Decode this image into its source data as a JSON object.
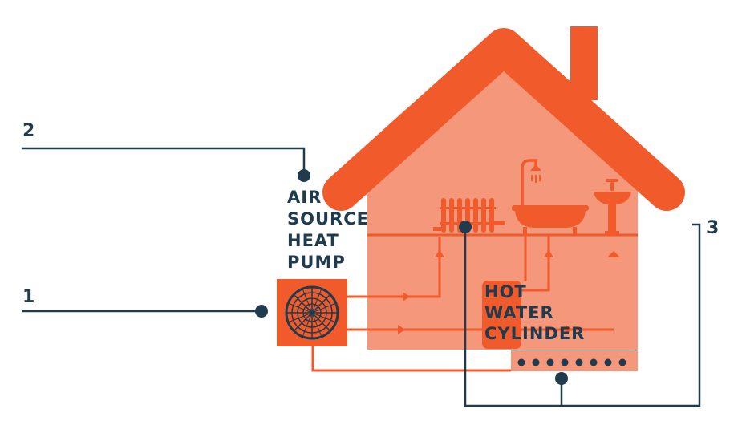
{
  "labels": {
    "callout_1": "1",
    "callout_2": "2",
    "callout_3": "3",
    "heat_pump": [
      "AIR",
      "SOURCE",
      "HEAT",
      "PUMP"
    ],
    "cylinder": [
      "HOT",
      "WATER",
      "CYLINDER"
    ]
  },
  "colors": {
    "roof": "#f15a2b",
    "house_fill": "#f4977b",
    "pipe": "#f15a2b",
    "callout": "#1f3b4d",
    "text": "#1f3b4d"
  },
  "icons": [
    "fan-icon",
    "radiator-icon",
    "bathtub-shower-icon",
    "sink-icon"
  ]
}
